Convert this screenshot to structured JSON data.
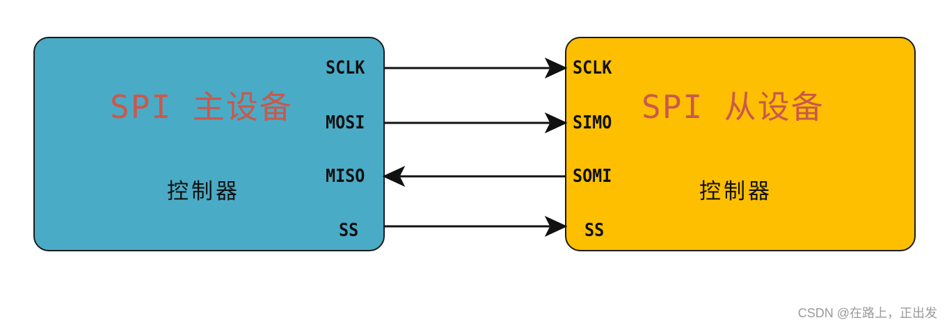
{
  "master": {
    "title": "SPI 主设备",
    "controller_label": "控制器",
    "fill_color": "#4aabc6",
    "pins": [
      "SCLK",
      "MOSI",
      "MISO",
      "SS"
    ]
  },
  "slave": {
    "title": "SPI 从设备",
    "controller_label": "控制器",
    "fill_color": "#fdbf00",
    "pins": [
      "SCLK",
      "SIMO",
      "SOMI",
      "SS"
    ]
  },
  "connections": [
    {
      "from": "SCLK",
      "to": "SCLK",
      "direction": "master-to-slave"
    },
    {
      "from": "MOSI",
      "to": "SIMO",
      "direction": "master-to-slave"
    },
    {
      "from": "SOMI",
      "to": "MISO",
      "direction": "slave-to-master"
    },
    {
      "from": "SS",
      "to": "SS",
      "direction": "master-to-slave"
    }
  ],
  "title_color": "#c9594c",
  "watermark": "CSDN @在路上，正出发"
}
